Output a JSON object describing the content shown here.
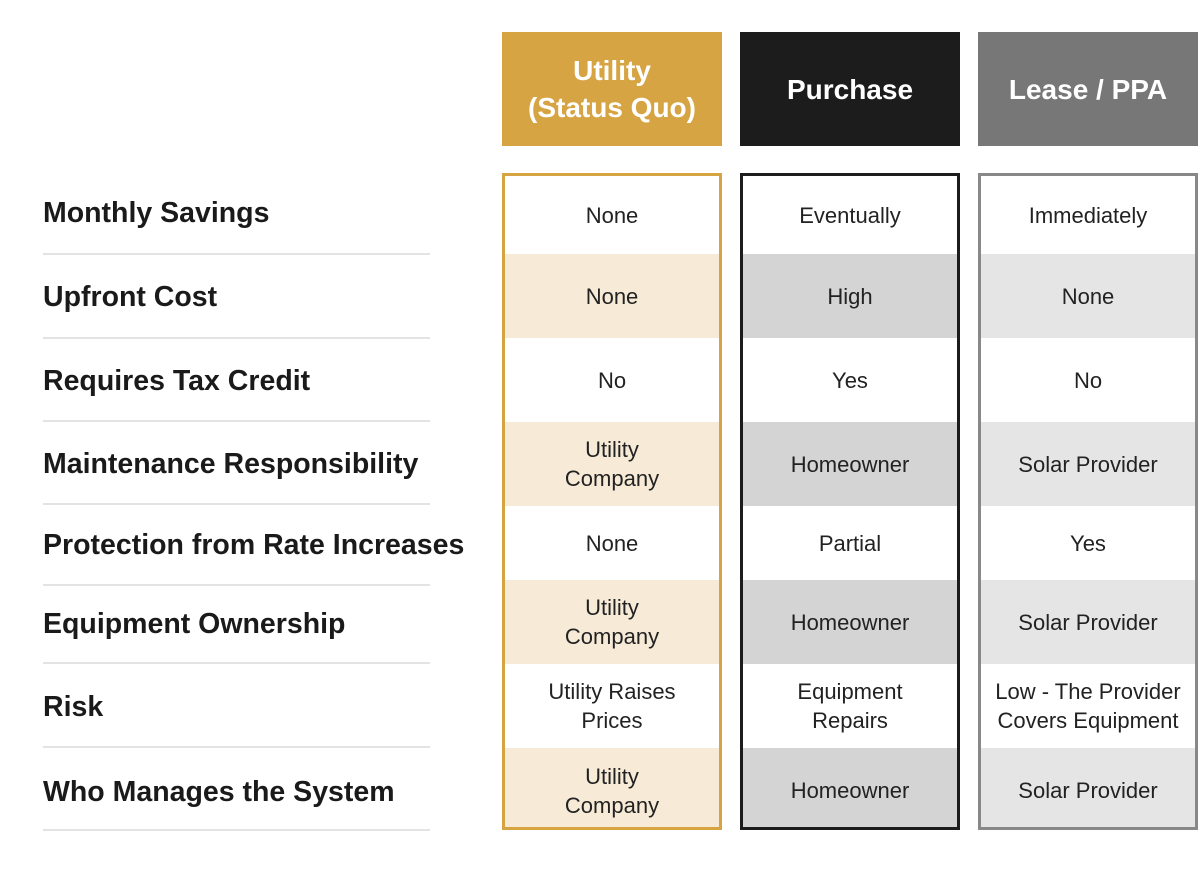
{
  "columns": [
    {
      "title": "Utility\n(Status Quo)",
      "header_color": "#d6a443",
      "border_color": "#d6a443",
      "stripe_color": "#f7ebd8"
    },
    {
      "title": "Purchase",
      "header_color": "#1c1c1c",
      "border_color": "#1c1c1c",
      "stripe_color": "#d4d4d4"
    },
    {
      "title": "Lease / PPA",
      "header_color": "#777777",
      "border_color": "#888888",
      "stripe_color": "#e5e5e5"
    }
  ],
  "rows": [
    {
      "label": "Monthly Savings",
      "values": [
        "None",
        "Eventually",
        "Immediately"
      ]
    },
    {
      "label": "Upfront Cost",
      "values": [
        "None",
        "High",
        "None"
      ]
    },
    {
      "label": "Requires Tax Credit",
      "values": [
        "No",
        "Yes",
        "No"
      ]
    },
    {
      "label": "Maintenance Responsibility",
      "values": [
        "Utility\nCompany",
        "Homeowner",
        "Solar Provider"
      ]
    },
    {
      "label": "Protection from Rate Increases",
      "values": [
        "None",
        "Partial",
        "Yes"
      ]
    },
    {
      "label": "Equipment Ownership",
      "values": [
        "Utility\nCompany",
        "Homeowner",
        "Solar Provider"
      ]
    },
    {
      "label": "Risk",
      "values": [
        "Utility Raises\nPrices",
        "Equipment\nRepairs",
        "Low - The Provider\nCovers Equipment"
      ]
    },
    {
      "label": "Who Manages the System",
      "values": [
        "Utility\nCompany",
        "Homeowner",
        "Solar Provider"
      ]
    }
  ]
}
